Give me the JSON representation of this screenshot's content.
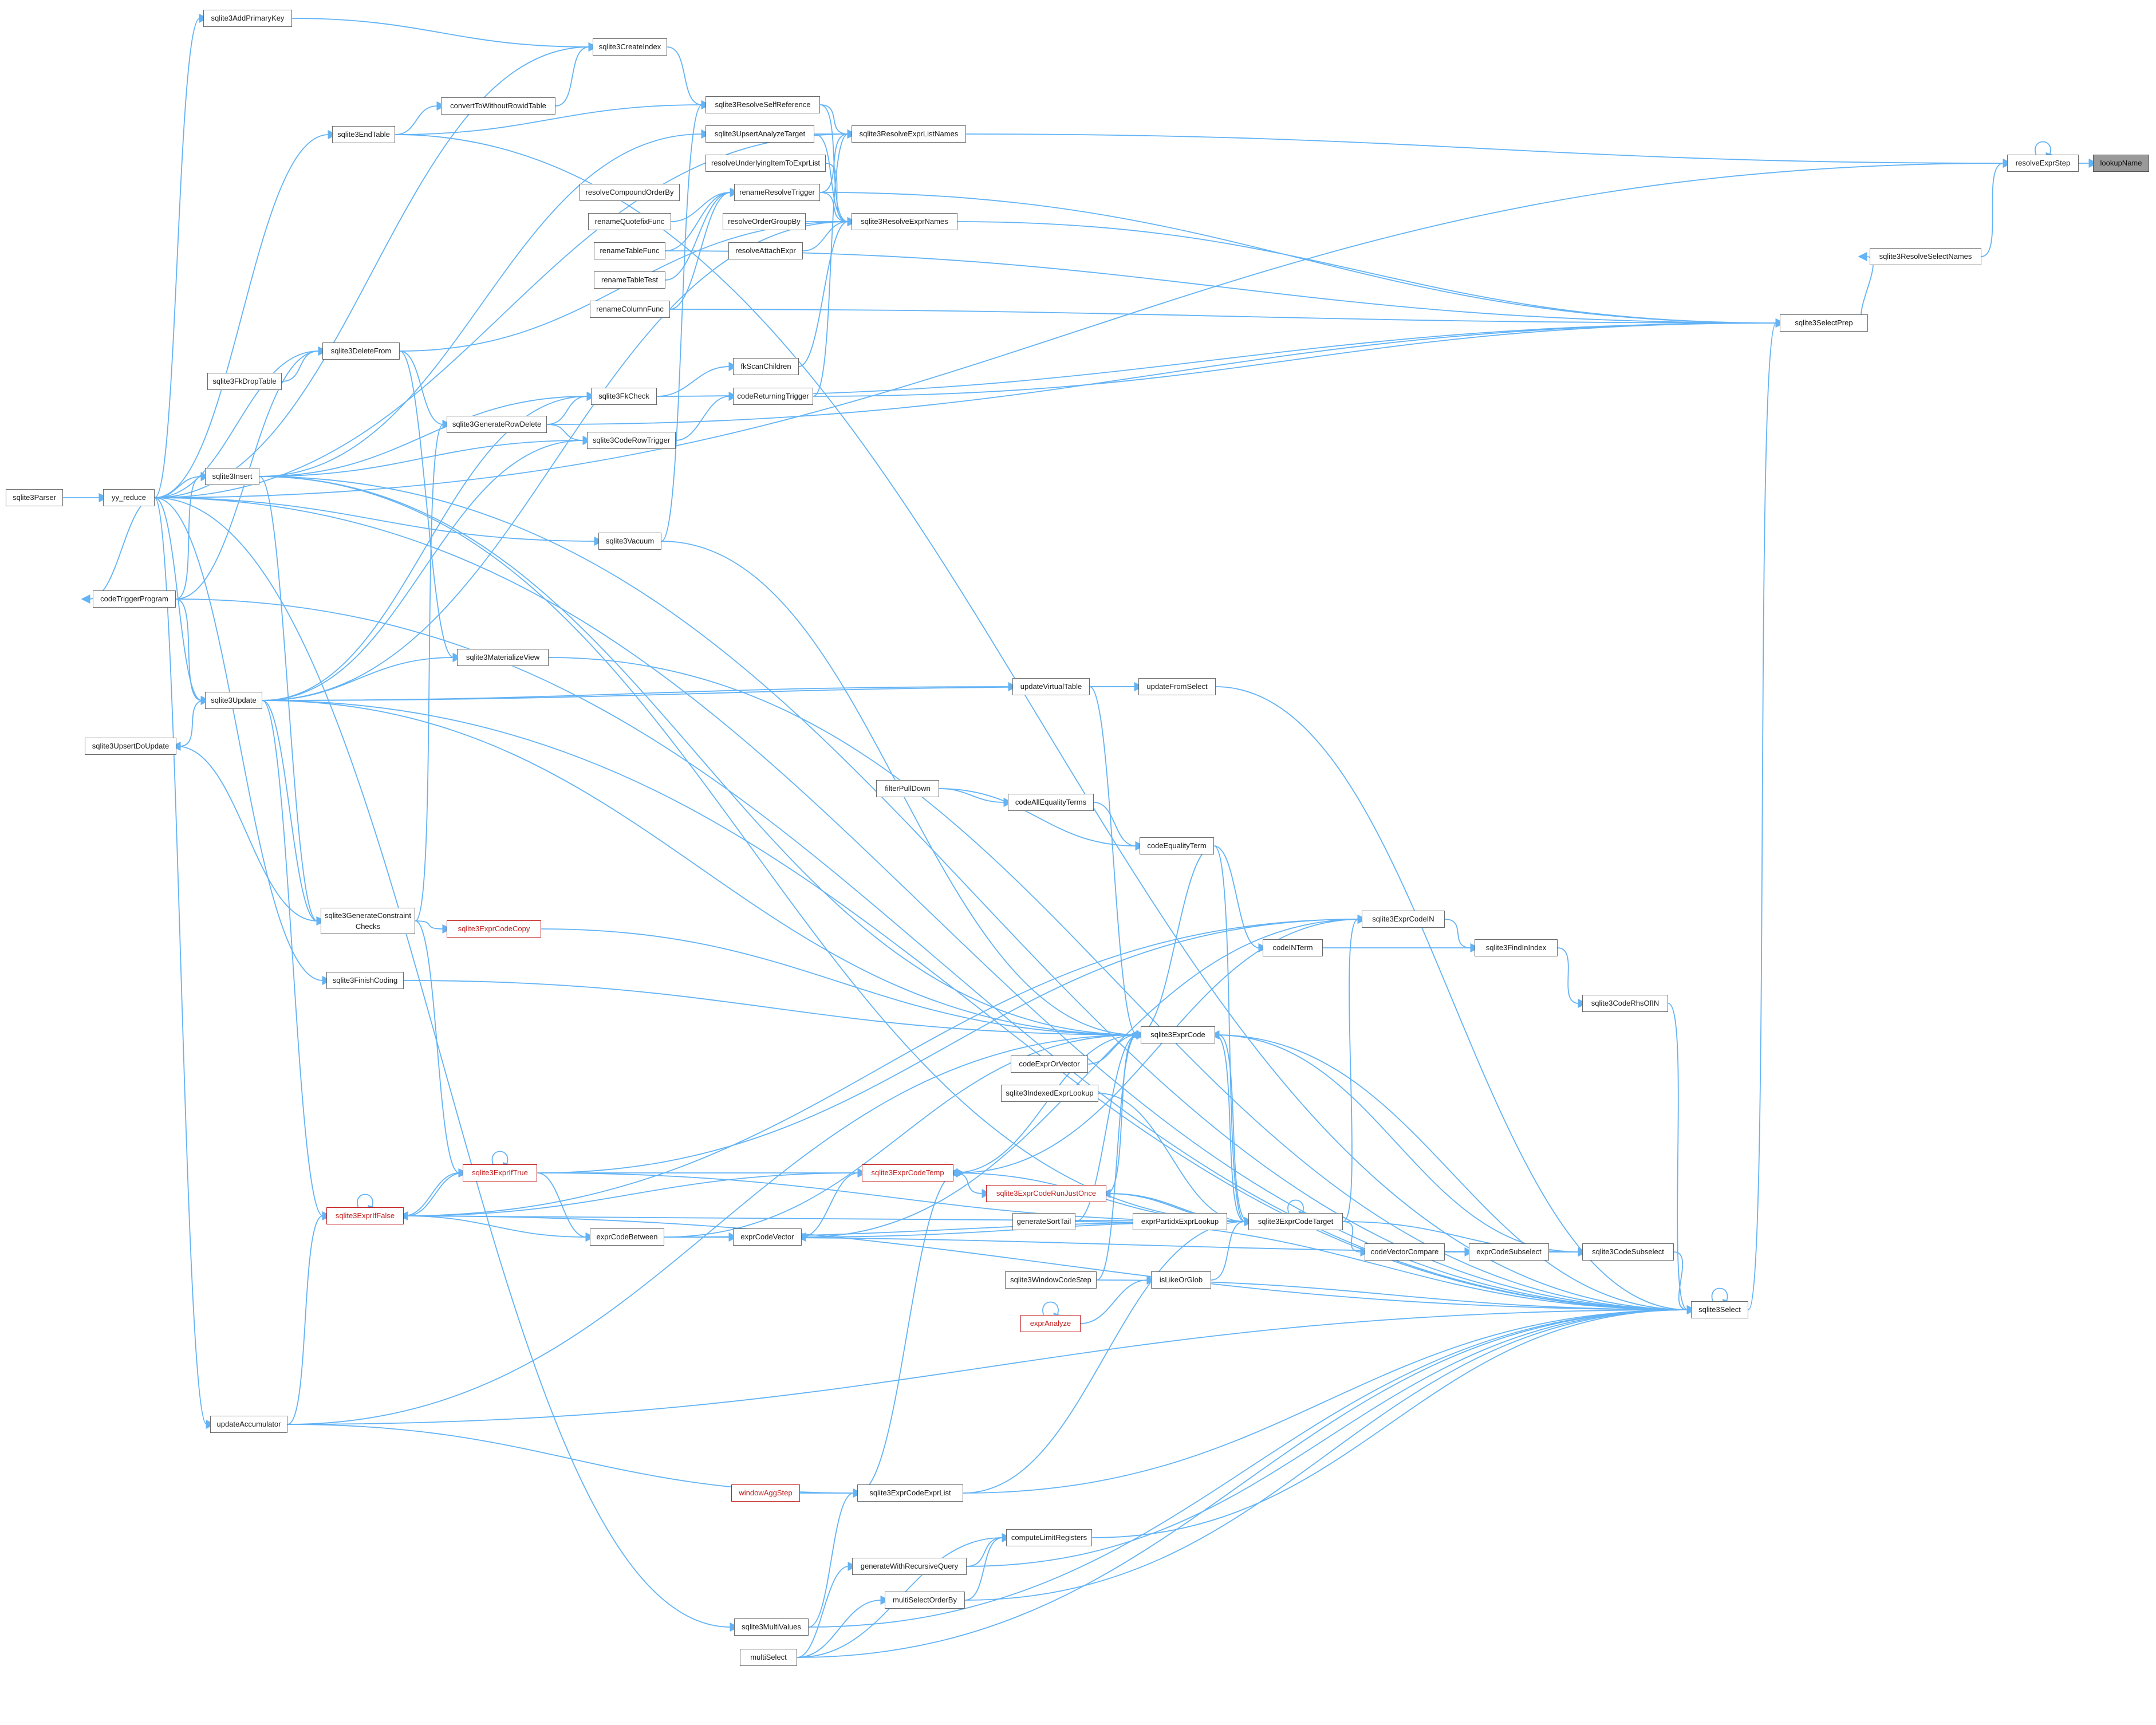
{
  "colors": {
    "edge": "#63b3f5",
    "node_border": "#6a6a6a",
    "root_fill": "#9a9a9a",
    "highlight": "#c41f1f"
  },
  "nodes": [
    {
      "id": "lookupName",
      "label": "lookupName",
      "root": true
    },
    {
      "id": "resolveExprStep",
      "label": "resolveExprStep"
    },
    {
      "id": "sqlite3ResolveSelectNames",
      "label": "sqlite3ResolveSelectNames"
    },
    {
      "id": "sqlite3SelectPrep",
      "label": "sqlite3SelectPrep"
    },
    {
      "id": "sqlite3Select",
      "label": "sqlite3Select"
    },
    {
      "id": "sqlite3CodeSubselect",
      "label": "sqlite3CodeSubselect"
    },
    {
      "id": "sqlite3CodeRhsOfIN",
      "label": "sqlite3CodeRhsOfIN"
    },
    {
      "id": "exprCodeSubselect",
      "label": "exprCodeSubselect"
    },
    {
      "id": "codeVectorCompare",
      "label": "codeVectorCompare"
    },
    {
      "id": "sqlite3ExprCodeTarget",
      "label": "sqlite3ExprCodeTarget"
    },
    {
      "id": "sqlite3FindInIndex",
      "label": "sqlite3FindInIndex"
    },
    {
      "id": "sqlite3ExprCodeIN",
      "label": "sqlite3ExprCodeIN"
    },
    {
      "id": "codeINTerm",
      "label": "codeINTerm"
    },
    {
      "id": "codeEqualityTerm",
      "label": "codeEqualityTerm"
    },
    {
      "id": "codeAllEqualityTerms",
      "label": "codeAllEqualityTerms"
    },
    {
      "id": "filterPullDown",
      "label": "filterPullDown"
    },
    {
      "id": "updateFromSelect",
      "label": "updateFromSelect"
    },
    {
      "id": "updateVirtualTable",
      "label": "updateVirtualTable"
    },
    {
      "id": "sqlite3ExprCode",
      "label": "sqlite3ExprCode"
    },
    {
      "id": "codeExprOrVector",
      "label": "codeExprOrVector"
    },
    {
      "id": "sqlite3IndexedExprLookup",
      "label": "sqlite3IndexedExprLookup"
    },
    {
      "id": "sqlite3ExprCodeTemp",
      "label": "sqlite3ExprCodeTemp",
      "red": true
    },
    {
      "id": "sqlite3ExprCodeRunJustOnce",
      "label": "sqlite3ExprCodeRunJustOnce",
      "red": true
    },
    {
      "id": "generateSortTail",
      "label": "generateSortTail"
    },
    {
      "id": "exprPartidxExprLookup",
      "label": "exprPartidxExprLookup"
    },
    {
      "id": "sqlite3WindowCodeStep",
      "label": "sqlite3WindowCodeStep"
    },
    {
      "id": "isLikeOrGlob",
      "label": "isLikeOrGlob"
    },
    {
      "id": "exprAnalyze",
      "label": "exprAnalyze",
      "red": true
    },
    {
      "id": "exprCodeVector",
      "label": "exprCodeVector"
    },
    {
      "id": "exprCodeBetween",
      "label": "exprCodeBetween"
    },
    {
      "id": "sqlite3ExprIfTrue",
      "label": "sqlite3ExprIfTrue",
      "red": true
    },
    {
      "id": "sqlite3ExprIfFalse",
      "label": "sqlite3ExprIfFalse",
      "red": true
    },
    {
      "id": "sqlite3ExprCodeExprList",
      "label": "sqlite3ExprCodeExprList"
    },
    {
      "id": "windowAggStep",
      "label": "windowAggStep",
      "red": true
    },
    {
      "id": "computeLimitRegisters",
      "label": "computeLimitRegisters"
    },
    {
      "id": "generateWithRecursiveQuery",
      "label": "generateWithRecursiveQuery"
    },
    {
      "id": "multiSelectOrderBy",
      "label": "multiSelectOrderBy"
    },
    {
      "id": "sqlite3MultiValues",
      "label": "sqlite3MultiValues"
    },
    {
      "id": "multiSelect",
      "label": "multiSelect"
    },
    {
      "id": "updateAccumulator",
      "label": "updateAccumulator"
    },
    {
      "id": "sqlite3ExprCodeCopy",
      "label": "sqlite3ExprCodeCopy",
      "red": true
    },
    {
      "id": "sqlite3FinishCoding",
      "label": "sqlite3FinishCoding"
    },
    {
      "id": "sqlite3GenerateConstraintChecks",
      "label": "sqlite3GenerateConstraint",
      "label2": "Checks"
    },
    {
      "id": "sqlite3Update",
      "label": "sqlite3Update"
    },
    {
      "id": "sqlite3UpsertDoUpdate",
      "label": "sqlite3UpsertDoUpdate"
    },
    {
      "id": "codeTriggerProgram",
      "label": "codeTriggerProgram"
    },
    {
      "id": "sqlite3MaterializeView",
      "label": "sqlite3MaterializeView"
    },
    {
      "id": "sqlite3Vacuum",
      "label": "sqlite3Vacuum"
    },
    {
      "id": "sqlite3Insert",
      "label": "sqlite3Insert"
    },
    {
      "id": "yy_reduce",
      "label": "yy_reduce"
    },
    {
      "id": "sqlite3Parser",
      "label": "sqlite3Parser"
    },
    {
      "id": "sqlite3CodeRowTrigger",
      "label": "sqlite3CodeRowTrigger"
    },
    {
      "id": "sqlite3GenerateRowDelete",
      "label": "sqlite3GenerateRowDelete"
    },
    {
      "id": "sqlite3FkCheck",
      "label": "sqlite3FkCheck"
    },
    {
      "id": "sqlite3FkDropTable",
      "label": "sqlite3FkDropTable"
    },
    {
      "id": "sqlite3DeleteFrom",
      "label": "sqlite3DeleteFrom"
    },
    {
      "id": "codeReturningTrigger",
      "label": "codeReturningTrigger"
    },
    {
      "id": "fkScanChildren",
      "label": "fkScanChildren"
    },
    {
      "id": "resolveAttachExpr",
      "label": "resolveAttachExpr"
    },
    {
      "id": "resolveOrderGroupBy",
      "label": "resolveOrderGroupBy"
    },
    {
      "id": "sqlite3ResolveExprNames",
      "label": "sqlite3ResolveExprNames"
    },
    {
      "id": "renameResolveTrigger",
      "label": "renameResolveTrigger"
    },
    {
      "id": "resolveUnderlyingItemToExprList",
      "label": "resolveUnderlyingItemToExprList"
    },
    {
      "id": "sqlite3UpsertAnalyzeTarget",
      "label": "sqlite3UpsertAnalyzeTarget"
    },
    {
      "id": "sqlite3ResolveSelfReference",
      "label": "sqlite3ResolveSelfReference"
    },
    {
      "id": "sqlite3ResolveExprListNames",
      "label": "sqlite3ResolveExprListNames"
    },
    {
      "id": "resolveCompoundOrderBy",
      "label": "resolveCompoundOrderBy"
    },
    {
      "id": "renameQuotefixFunc",
      "label": "renameQuotefixFunc"
    },
    {
      "id": "renameTableFunc",
      "label": "renameTableFunc"
    },
    {
      "id": "renameTableTest",
      "label": "renameTableTest"
    },
    {
      "id": "renameColumnFunc",
      "label": "renameColumnFunc"
    },
    {
      "id": "sqlite3CreateIndex",
      "label": "sqlite3CreateIndex"
    },
    {
      "id": "sqlite3AddPrimaryKey",
      "label": "sqlite3AddPrimaryKey"
    },
    {
      "id": "convertToWithoutRowidTable",
      "label": "convertToWithoutRowidTable"
    },
    {
      "id": "sqlite3EndTable",
      "label": "sqlite3EndTable"
    }
  ],
  "edges": [
    [
      "lookupName",
      "resolveExprStep"
    ],
    [
      "resolveExprStep",
      "resolveExprStep"
    ],
    [
      "resolveExprStep",
      "sqlite3ResolveExprListNames"
    ],
    [
      "resolveExprStep",
      "sqlite3ResolveSelectNames"
    ],
    [
      "resolveExprStep",
      "yy_reduce"
    ],
    [
      "sqlite3ResolveSelectNames",
      "sqlite3SelectPrep"
    ],
    [
      "sqlite3SelectPrep",
      "sqlite3Select"
    ],
    [
      "sqlite3SelectPrep",
      "sqlite3ResolveExprNames"
    ],
    [
      "sqlite3SelectPrep",
      "renameTableFunc"
    ],
    [
      "sqlite3SelectPrep",
      "renameColumnFunc"
    ],
    [
      "sqlite3SelectPrep",
      "renameResolveTrigger"
    ],
    [
      "sqlite3SelectPrep",
      "codeReturningTrigger"
    ],
    [
      "sqlite3SelectPrep",
      "sqlite3GenerateRowDelete"
    ],
    [
      "sqlite3SelectPrep",
      "sqlite3FkCheck"
    ],
    [
      "sqlite3Select",
      "sqlite3Select"
    ],
    [
      "sqlite3Select",
      "sqlite3CodeSubselect"
    ],
    [
      "sqlite3Select",
      "sqlite3CodeRhsOfIN"
    ],
    [
      "sqlite3Select",
      "updateFromSelect"
    ],
    [
      "sqlite3Select",
      "sqlite3ExprCode"
    ],
    [
      "sqlite3Select",
      "sqlite3ExprCodeExprList"
    ],
    [
      "sqlite3Select",
      "computeLimitRegisters"
    ],
    [
      "sqlite3Select",
      "generateWithRecursiveQuery"
    ],
    [
      "sqlite3Select",
      "multiSelectOrderBy"
    ],
    [
      "sqlite3Select",
      "sqlite3MultiValues"
    ],
    [
      "sqlite3Select",
      "multiSelect"
    ],
    [
      "sqlite3Select",
      "updateAccumulator"
    ],
    [
      "sqlite3Select",
      "sqlite3ExprIfFalse"
    ],
    [
      "sqlite3Select",
      "generateSortTail"
    ],
    [
      "sqlite3Select",
      "sqlite3WindowCodeStep"
    ],
    [
      "sqlite3Select",
      "sqlite3MaterializeView"
    ],
    [
      "sqlite3Select",
      "codeTriggerProgram"
    ],
    [
      "sqlite3Select",
      "sqlite3Insert"
    ],
    [
      "sqlite3Select",
      "yy_reduce"
    ],
    [
      "sqlite3Select",
      "sqlite3Update"
    ],
    [
      "sqlite3Select",
      "sqlite3EndTable"
    ],
    [
      "sqlite3CodeSubselect",
      "sqlite3ExprCodeTarget"
    ],
    [
      "sqlite3CodeSubselect",
      "exprCodeSubselect"
    ],
    [
      "sqlite3CodeSubselect",
      "sqlite3ExprCode"
    ],
    [
      "sqlite3CodeSubselect",
      "exprCodeBetween"
    ],
    [
      "exprCodeSubselect",
      "codeVectorCompare"
    ],
    [
      "codeVectorCompare",
      "sqlite3ExprCodeTarget"
    ],
    [
      "sqlite3CodeRhsOfIN",
      "sqlite3FindInIndex"
    ],
    [
      "sqlite3FindInIndex",
      "sqlite3ExprCodeIN"
    ],
    [
      "sqlite3FindInIndex",
      "codeINTerm"
    ],
    [
      "sqlite3ExprCodeIN",
      "sqlite3ExprCodeTarget"
    ],
    [
      "sqlite3ExprCodeIN",
      "sqlite3ExprIfTrue"
    ],
    [
      "sqlite3ExprCodeIN",
      "sqlite3ExprIfFalse"
    ],
    [
      "codeINTerm",
      "codeEqualityTerm"
    ],
    [
      "codeEqualityTerm",
      "codeAllEqualityTerms"
    ],
    [
      "codeEqualityTerm",
      "filterPullDown"
    ],
    [
      "codeAllEqualityTerms",
      "filterPullDown"
    ],
    [
      "sqlite3ExprCodeTarget",
      "sqlite3ExprCodeTarget"
    ],
    [
      "sqlite3ExprCodeTarget",
      "sqlite3ExprCode"
    ],
    [
      "sqlite3ExprCodeTarget",
      "sqlite3ExprCodeTemp"
    ],
    [
      "sqlite3ExprCodeTarget",
      "sqlite3ExprCodeRunJustOnce"
    ],
    [
      "sqlite3ExprCodeTarget",
      "sqlite3ExprCodeExprList"
    ],
    [
      "sqlite3ExprCodeTarget",
      "exprPartidxExprLookup"
    ],
    [
      "sqlite3ExprCodeTarget",
      "sqlite3IndexedExprLookup"
    ],
    [
      "sqlite3ExprCodeTarget",
      "exprCodeVector"
    ],
    [
      "sqlite3ExprCodeTarget",
      "exprCodeBetween"
    ],
    [
      "sqlite3ExprCodeTarget",
      "sqlite3ExprIfTrue"
    ],
    [
      "sqlite3ExprCodeTarget",
      "sqlite3ExprIfFalse"
    ],
    [
      "sqlite3ExprCodeTarget",
      "codeEqualityTerm"
    ],
    [
      "sqlite3ExprCodeTarget",
      "isLikeOrGlob"
    ],
    [
      "sqlite3ExprCodeTarget",
      "sqlite3Insert"
    ],
    [
      "sqlite3ExprCode",
      "sqlite3ExprCodeTarget"
    ],
    [
      "sqlite3ExprCode",
      "codeExprOrVector"
    ],
    [
      "sqlite3ExprCode",
      "sqlite3ExprCodeTemp"
    ],
    [
      "sqlite3ExprCode",
      "sqlite3ExprCodeRunJustOnce"
    ],
    [
      "sqlite3ExprCode",
      "generateSortTail"
    ],
    [
      "sqlite3ExprCode",
      "sqlite3ExprCodeCopy"
    ],
    [
      "sqlite3ExprCode",
      "sqlite3FinishCoding"
    ],
    [
      "sqlite3ExprCode",
      "updateVirtualTable"
    ],
    [
      "sqlite3ExprCode",
      "codeEqualityTerm"
    ],
    [
      "sqlite3ExprCode",
      "sqlite3Update"
    ],
    [
      "sqlite3ExprCode",
      "sqlite3Insert"
    ],
    [
      "sqlite3ExprCode",
      "sqlite3Vacuum"
    ],
    [
      "sqlite3ExprCode",
      "updateAccumulator"
    ],
    [
      "sqlite3ExprCode",
      "sqlite3WindowCodeStep"
    ],
    [
      "sqlite3ExprCode",
      "exprCodeBetween"
    ],
    [
      "sqlite3ExprCodeTemp",
      "sqlite3ExprIfTrue"
    ],
    [
      "sqlite3ExprCodeTemp",
      "sqlite3ExprIfFalse"
    ],
    [
      "sqlite3ExprCodeTemp",
      "exprCodeVector"
    ],
    [
      "sqlite3ExprCodeTemp",
      "sqlite3ExprCodeIN"
    ],
    [
      "sqlite3ExprCodeTemp",
      "sqlite3ExprCodeExprList"
    ],
    [
      "sqlite3ExprCodeRunJustOnce",
      "sqlite3ExprCodeTarget"
    ],
    [
      "sqlite3ExprCodeRunJustOnce",
      "sqlite3ExprCodeTemp"
    ],
    [
      "isLikeOrGlob",
      "exprAnalyze"
    ],
    [
      "exprAnalyze",
      "exprAnalyze"
    ],
    [
      "exprCodeVector",
      "exprCodeBetween"
    ],
    [
      "exprCodeVector",
      "sqlite3ExprCodeIN"
    ],
    [
      "exprCodeBetween",
      "sqlite3ExprIfTrue"
    ],
    [
      "exprCodeBetween",
      "sqlite3ExprIfFalse"
    ],
    [
      "sqlite3ExprIfTrue",
      "sqlite3ExprIfTrue"
    ],
    [
      "sqlite3ExprIfTrue",
      "sqlite3ExprIfFalse"
    ],
    [
      "sqlite3ExprIfTrue",
      "sqlite3GenerateConstraintChecks"
    ],
    [
      "sqlite3ExprIfFalse",
      "sqlite3ExprIfFalse"
    ],
    [
      "sqlite3ExprIfFalse",
      "sqlite3ExprIfTrue"
    ],
    [
      "sqlite3ExprIfFalse",
      "sqlite3Update"
    ],
    [
      "sqlite3ExprIfFalse",
      "updateAccumulator"
    ],
    [
      "sqlite3ExprCodeExprList",
      "windowAggStep"
    ],
    [
      "sqlite3ExprCodeExprList",
      "sqlite3MultiValues"
    ],
    [
      "sqlite3ExprCodeExprList",
      "updateAccumulator"
    ],
    [
      "computeLimitRegisters",
      "generateWithRecursiveQuery"
    ],
    [
      "computeLimitRegisters",
      "multiSelectOrderBy"
    ],
    [
      "computeLimitRegisters",
      "multiSelect"
    ],
    [
      "generateWithRecursiveQuery",
      "multiSelect"
    ],
    [
      "multiSelectOrderBy",
      "multiSelect"
    ],
    [
      "sqlite3MultiValues",
      "yy_reduce"
    ],
    [
      "updateAccumulator",
      "yy_reduce"
    ],
    [
      "sqlite3ExprCodeCopy",
      "sqlite3GenerateConstraintChecks"
    ],
    [
      "sqlite3FinishCoding",
      "yy_reduce"
    ],
    [
      "sqlite3GenerateConstraintChecks",
      "sqlite3Update"
    ],
    [
      "sqlite3GenerateConstraintChecks",
      "sqlite3Insert"
    ],
    [
      "sqlite3GenerateConstraintChecks",
      "sqlite3UpsertDoUpdate"
    ],
    [
      "sqlite3Update",
      "codeTriggerProgram"
    ],
    [
      "sqlite3Update",
      "yy_reduce"
    ],
    [
      "sqlite3UpsertDoUpdate",
      "sqlite3Update"
    ],
    [
      "codeTriggerProgram",
      "yy_reduce"
    ],
    [
      "sqlite3MaterializeView",
      "sqlite3Update"
    ],
    [
      "sqlite3MaterializeView",
      "sqlite3DeleteFrom"
    ],
    [
      "updateFromSelect",
      "updateVirtualTable"
    ],
    [
      "updateFromSelect",
      "sqlite3Update"
    ],
    [
      "updateVirtualTable",
      "sqlite3Update"
    ],
    [
      "sqlite3Vacuum",
      "yy_reduce"
    ],
    [
      "sqlite3Insert",
      "codeTriggerProgram"
    ],
    [
      "sqlite3Insert",
      "yy_reduce"
    ],
    [
      "yy_reduce",
      "sqlite3Parser"
    ],
    [
      "sqlite3CodeRowTrigger",
      "sqlite3Update"
    ],
    [
      "sqlite3CodeRowTrigger",
      "sqlite3Insert"
    ],
    [
      "sqlite3CodeRowTrigger",
      "sqlite3GenerateRowDelete"
    ],
    [
      "sqlite3GenerateRowDelete",
      "sqlite3DeleteFrom"
    ],
    [
      "sqlite3GenerateRowDelete",
      "sqlite3GenerateConstraintChecks"
    ],
    [
      "sqlite3FkCheck",
      "sqlite3GenerateRowDelete"
    ],
    [
      "sqlite3FkCheck",
      "sqlite3Update"
    ],
    [
      "sqlite3FkCheck",
      "sqlite3Insert"
    ],
    [
      "sqlite3DeleteFrom",
      "sqlite3FkDropTable"
    ],
    [
      "sqlite3DeleteFrom",
      "yy_reduce"
    ],
    [
      "sqlite3DeleteFrom",
      "codeTriggerProgram"
    ],
    [
      "codeReturningTrigger",
      "sqlite3CodeRowTrigger"
    ],
    [
      "fkScanChildren",
      "sqlite3FkCheck"
    ],
    [
      "sqlite3ResolveExprNames",
      "resolveAttachExpr"
    ],
    [
      "sqlite3ResolveExprNames",
      "resolveOrderGroupBy"
    ],
    [
      "sqlite3ResolveExprNames",
      "renameResolveTrigger"
    ],
    [
      "sqlite3ResolveExprNames",
      "resolveUnderlyingItemToExprList"
    ],
    [
      "sqlite3ResolveExprNames",
      "sqlite3UpsertAnalyzeTarget"
    ],
    [
      "sqlite3ResolveExprNames",
      "sqlite3ResolveSelfReference"
    ],
    [
      "sqlite3ResolveExprNames",
      "fkScanChildren"
    ],
    [
      "sqlite3ResolveExprNames",
      "sqlite3DeleteFrom"
    ],
    [
      "sqlite3ResolveExprNames",
      "sqlite3Update"
    ],
    [
      "sqlite3ResolveExprListNames",
      "sqlite3ResolveSelfReference"
    ],
    [
      "sqlite3ResolveExprListNames",
      "sqlite3UpsertAnalyzeTarget"
    ],
    [
      "sqlite3ResolveExprListNames",
      "renameResolveTrigger"
    ],
    [
      "sqlite3ResolveExprListNames",
      "codeReturningTrigger"
    ],
    [
      "sqlite3ResolveExprListNames",
      "yy_reduce"
    ],
    [
      "renameResolveTrigger",
      "renameQuotefixFunc"
    ],
    [
      "renameResolveTrigger",
      "renameTableFunc"
    ],
    [
      "renameResolveTrigger",
      "renameTableTest"
    ],
    [
      "renameResolveTrigger",
      "renameColumnFunc"
    ],
    [
      "sqlite3UpsertAnalyzeTarget",
      "sqlite3Insert"
    ],
    [
      "sqlite3ResolveSelfReference",
      "sqlite3CreateIndex"
    ],
    [
      "sqlite3ResolveSelfReference",
      "sqlite3EndTable"
    ],
    [
      "sqlite3ResolveSelfReference",
      "sqlite3Vacuum"
    ],
    [
      "sqlite3CreateIndex",
      "sqlite3AddPrimaryKey"
    ],
    [
      "sqlite3CreateIndex",
      "convertToWithoutRowidTable"
    ],
    [
      "sqlite3CreateIndex",
      "yy_reduce"
    ],
    [
      "sqlite3AddPrimaryKey",
      "yy_reduce"
    ],
    [
      "convertToWithoutRowidTable",
      "sqlite3EndTable"
    ],
    [
      "sqlite3EndTable",
      "yy_reduce"
    ]
  ]
}
